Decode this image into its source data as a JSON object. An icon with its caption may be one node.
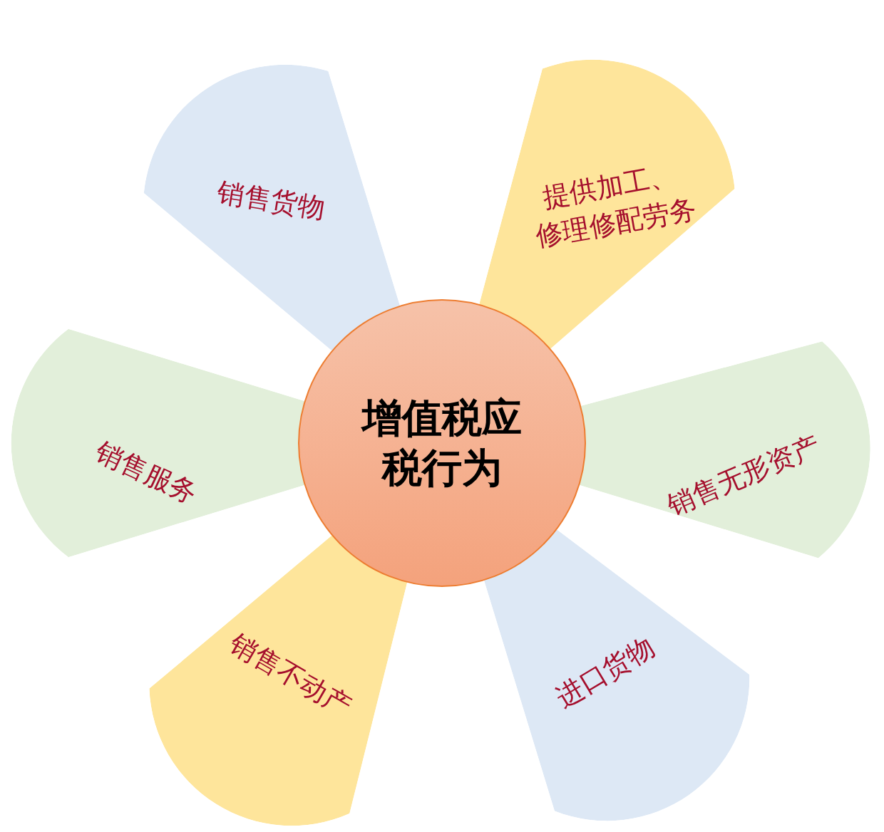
{
  "diagram": {
    "nodes": [
      {
        "text": [
          "增值税应税行为"
        ]
      },
      {
        "text": [
          "销售货物"
        ]
      },
      {
        "text": [
          "提供加工、修理修配劳务"
        ]
      },
      {
        "text": [
          "销售无形资产"
        ]
      },
      {
        "text": [
          "进口货物"
        ]
      },
      {
        "text": [
          "销售不动产"
        ]
      },
      {
        "text": [
          "销售服务"
        ]
      }
    ]
  }
}
